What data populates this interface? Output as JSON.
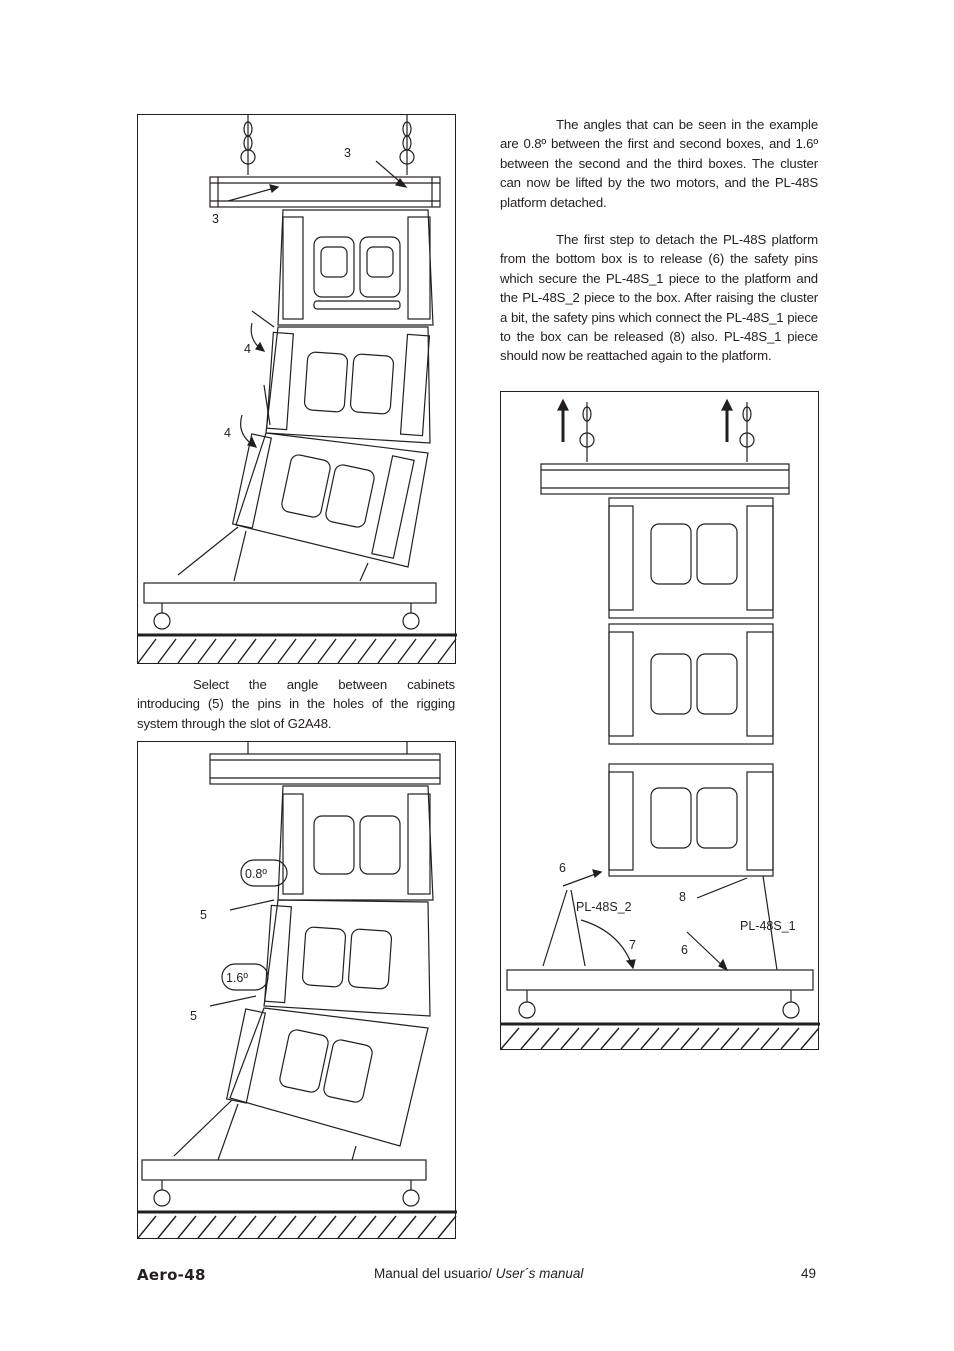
{
  "paragraphs": {
    "angles_text": "The angles that can be seen in the example are 0.8º between the first and second boxes, and 1.6º between the second and the third boxes. The cluster can now be lifted by the two motors, and the PL-48S platform detached.",
    "detach_text": "The first step to detach the PL-48S platform from the bottom box is to release (6) the safety pins which secure the PL-48S_1 piece to the platform and the PL-48S_2 piece to the box. After raising the cluster a bit, the safety pins which connect the PL-48S_1 piece to the box can be released (8) also. PL-48S_1 piece should now be reattached again to the platform.",
    "select_angle_text": "Select the angle between cabinets introducing (5) the pins in the holes of the rigging system through the slot of G2A48."
  },
  "figure1": {
    "labels": [
      "3",
      "3",
      "4",
      "4"
    ]
  },
  "figure2": {
    "labels": [
      "0.8º",
      "5",
      "1.6º",
      "5"
    ]
  },
  "figure3": {
    "labels": [
      "6",
      "8",
      "PL-48S_2",
      "PL-48S_1",
      "7",
      "6"
    ]
  },
  "footer": {
    "brand": "Aero-48",
    "manual_prefix": "Manual del usuario/ ",
    "manual_italic": "User´s manual",
    "page_number": "49"
  }
}
